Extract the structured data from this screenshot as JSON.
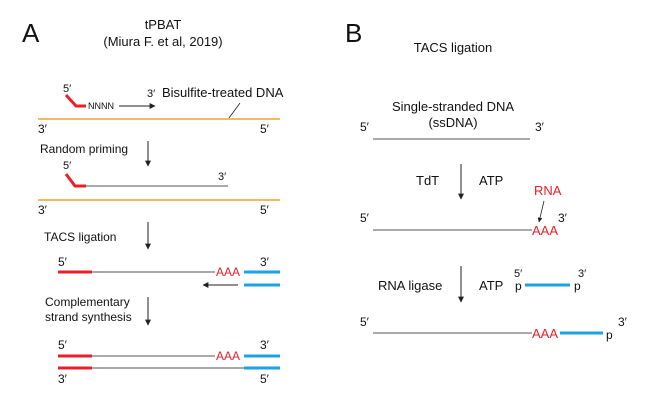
{
  "colors": {
    "red": "#e8202a",
    "blue": "#1ba3e2",
    "orange": "#f6b85d",
    "line": "#222222",
    "text": "#111111"
  },
  "panelA": {
    "letter": "A",
    "title": "tPBAT",
    "citation": "(Miura F. et al, 2019)",
    "primer_random": "NNNN",
    "primer_five": "5′",
    "primer_three": "3′",
    "bisulfite_label": "Bisulfite-treated DNA",
    "template_left": "3′",
    "template_right": "5′",
    "step1_label": "Random priming",
    "primed_five": "5′",
    "primed_three": "3′",
    "template2_left": "3′",
    "template2_right": "5′",
    "step2_label": "TACS ligation",
    "lig_five": "5′",
    "lig_tail": "AAA",
    "lig_three": "3′",
    "step3_label_line1": "Complementary",
    "step3_label_line2": "strand synthesis",
    "final_five": "5′",
    "final_tail": "AAA",
    "final_three_top": "3′",
    "final_three_bottom": "3′",
    "final_five_bottom": "5′"
  },
  "panelB": {
    "letter": "B",
    "title": "TACS ligation",
    "ss_label_line1": "Single-stranded DNA",
    "ss_label_line2": "(ssDNA)",
    "ss_five": "5′",
    "ss_three": "3′",
    "tdt_label": "TdT",
    "atp_label1": "ATP",
    "rna_label": "RNA",
    "tail_five": "5′",
    "tail_aaa": "AAA",
    "tail_three": "3′",
    "ligase_label": "RNA ligase",
    "atp_label2": "ATP",
    "adapter_five": "5′",
    "adapter_three": "3′",
    "adapter_p_left": "p",
    "adapter_p_right": "p",
    "final_five": "5′",
    "final_aaa": "AAA",
    "final_three": "3′",
    "final_p": "p"
  }
}
